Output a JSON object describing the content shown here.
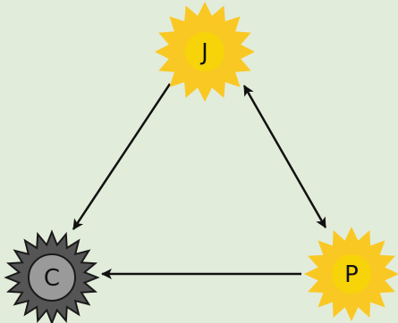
{
  "diagram": {
    "nodes": [
      {
        "id": "J",
        "label": "J",
        "style": "sun"
      },
      {
        "id": "P",
        "label": "P",
        "style": "sun"
      },
      {
        "id": "C",
        "label": "C",
        "style": "gray-star"
      }
    ],
    "edges": [
      {
        "from": "J",
        "to": "C",
        "direction": "forward"
      },
      {
        "from": "J",
        "to": "P",
        "direction": "both"
      },
      {
        "from": "P",
        "to": "C",
        "direction": "forward"
      }
    ]
  },
  "colors": {
    "background": "#e2ecda",
    "sun_outer": "#f9c823",
    "sun_inner": "#f6d409",
    "gray_outer": "#555555",
    "gray_inner": "#9a9a9a",
    "outline": "#1a1a1a",
    "edge": "#111111"
  }
}
